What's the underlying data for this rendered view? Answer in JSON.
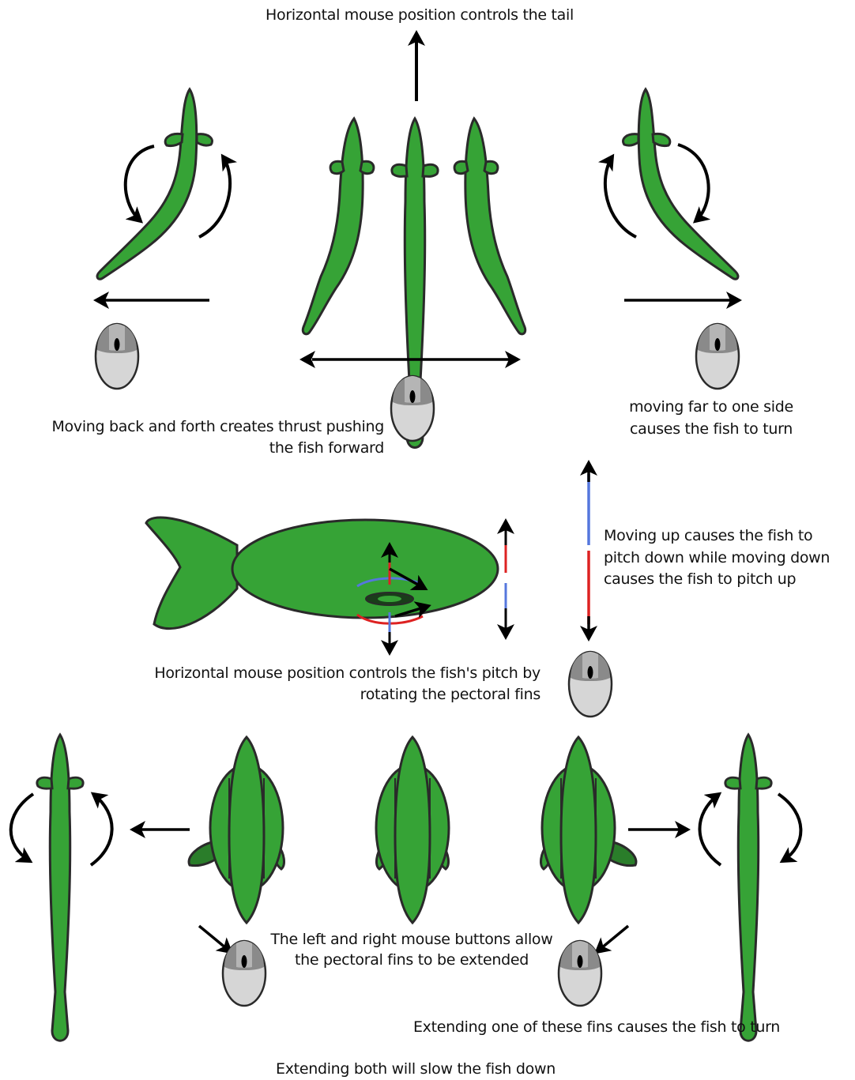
{
  "captions": {
    "tail_control": "Horizontal mouse position controls the tail",
    "thrust_line1": "Moving back and forth creates thrust pushing",
    "thrust_line2": "the fish forward",
    "turn_line1": "moving far to one side",
    "turn_line2": "causes the fish to turn",
    "pitch_updown_line1": "Moving up causes the fish to",
    "pitch_updown_line2": "pitch down while moving down",
    "pitch_updown_line3": "causes the fish to pitch up",
    "pitch_fins_line1": "Horizontal mouse position controls the fish's pitch by",
    "pitch_fins_line2": "rotating the pectoral fins",
    "buttons_line1": "The left and right mouse buttons allow",
    "buttons_line2": "the pectoral fins to be extended",
    "one_fin": "Extending one of these fins causes the fish to turn",
    "both_fins": "Extending both will slow the fish down"
  },
  "colors": {
    "fish_fill": "#36a336",
    "fish_dark": "#2a7d2a",
    "outline": "#2a2a2a",
    "mouse_body": "#d6d6d6",
    "mouse_top": "#8a8a8a",
    "pitch_down_blue": "#5577dd",
    "pitch_up_red": "#dd2222",
    "arrow": "#000000"
  },
  "icons": [
    "fish-top-view",
    "fish-side-view",
    "fish-front-view",
    "mouse-icon",
    "curved-arrow",
    "straight-arrow"
  ]
}
